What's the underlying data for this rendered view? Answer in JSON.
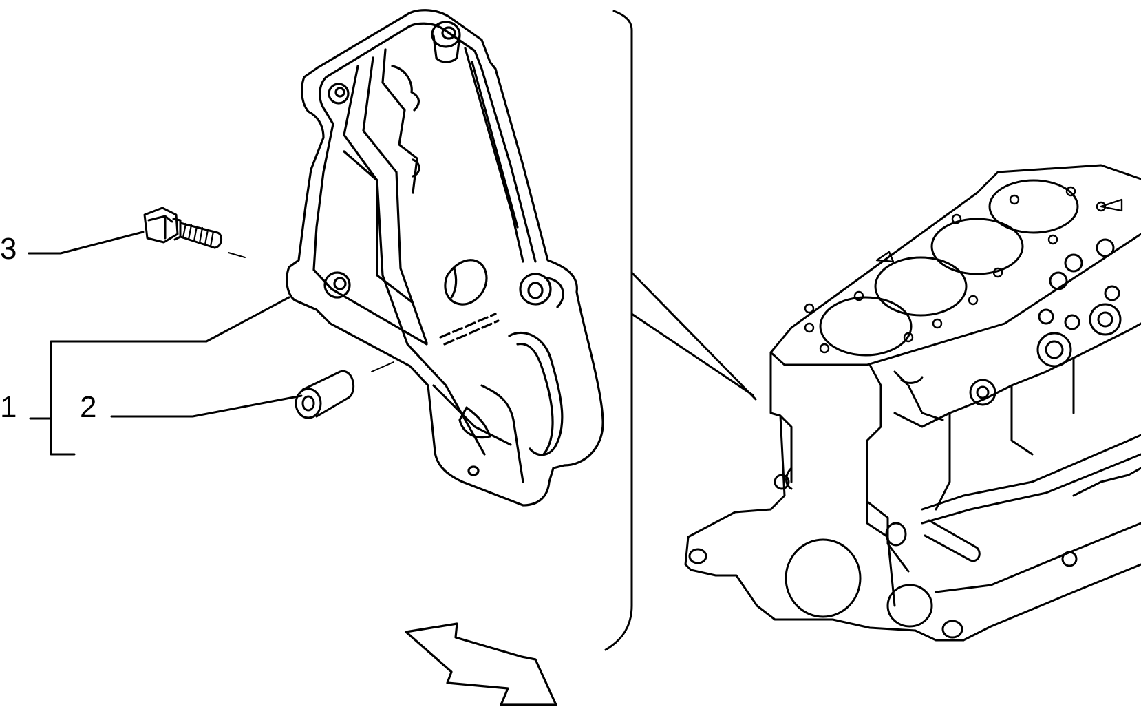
{
  "diagram": {
    "callouts": {
      "part_1": "1",
      "part_2": "2",
      "part_3": "3"
    },
    "colors": {
      "line": "#000000",
      "background": "#ffffff"
    },
    "icons": {
      "direction_arrow": "arrow-down-right-icon"
    }
  }
}
